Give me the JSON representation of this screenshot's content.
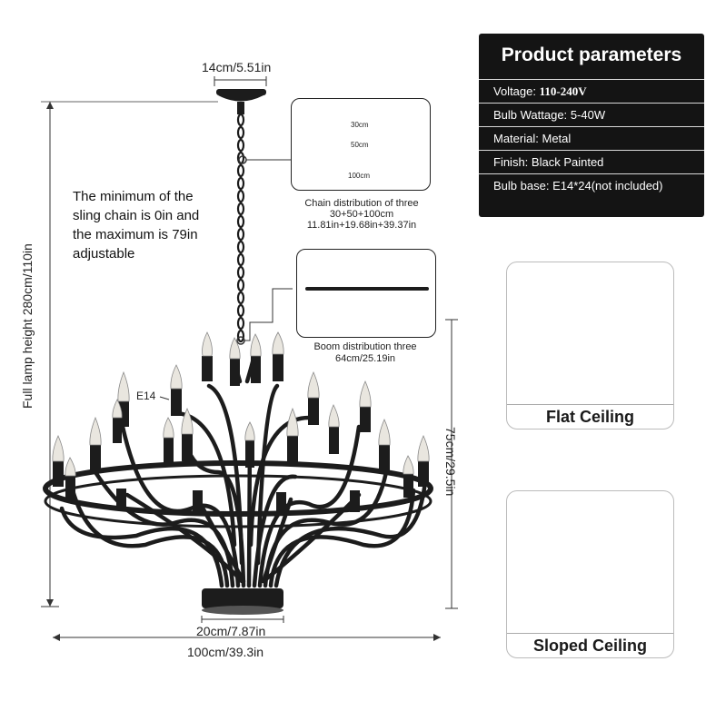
{
  "parameters": {
    "title": "Product parameters",
    "rows": [
      {
        "label": "Voltage:",
        "value": "110-240V"
      },
      {
        "label": "Bulb Wattage:",
        "value": "5-40W"
      },
      {
        "label": "Material:",
        "value": "Metal"
      },
      {
        "label": "Finish:",
        "value": "Black Painted"
      },
      {
        "label": "Bulb base:",
        "value": "E14*24(not included)"
      }
    ]
  },
  "dimensions": {
    "canopy": "14cm/5.51in",
    "full_height": "Full lamp height 280cm/110in",
    "lamp_height": "75cm/29.5in",
    "base": "20cm/7.87in",
    "width": "100cm/39.3in",
    "bulb_type": "E14"
  },
  "sling_note": [
    "The minimum of the",
    "sling chain is 0in and",
    "the maximum is 79in",
    "adjustable"
  ],
  "chain_box": {
    "segments": [
      "30cm",
      "50cm",
      "100cm"
    ],
    "caption": [
      "Chain distribution of three",
      "30+50+100cm",
      "11.81in+19.68in+39.37in"
    ]
  },
  "boom_box": {
    "caption": [
      "Boom distribution three",
      "64cm/25.19in"
    ]
  },
  "ceilings": {
    "flat": "Flat Ceiling",
    "sloped": "Sloped Ceiling"
  },
  "colors": {
    "panel": "#141414",
    "metal": "#1c1c1c",
    "bulb": "#e9e6df"
  }
}
